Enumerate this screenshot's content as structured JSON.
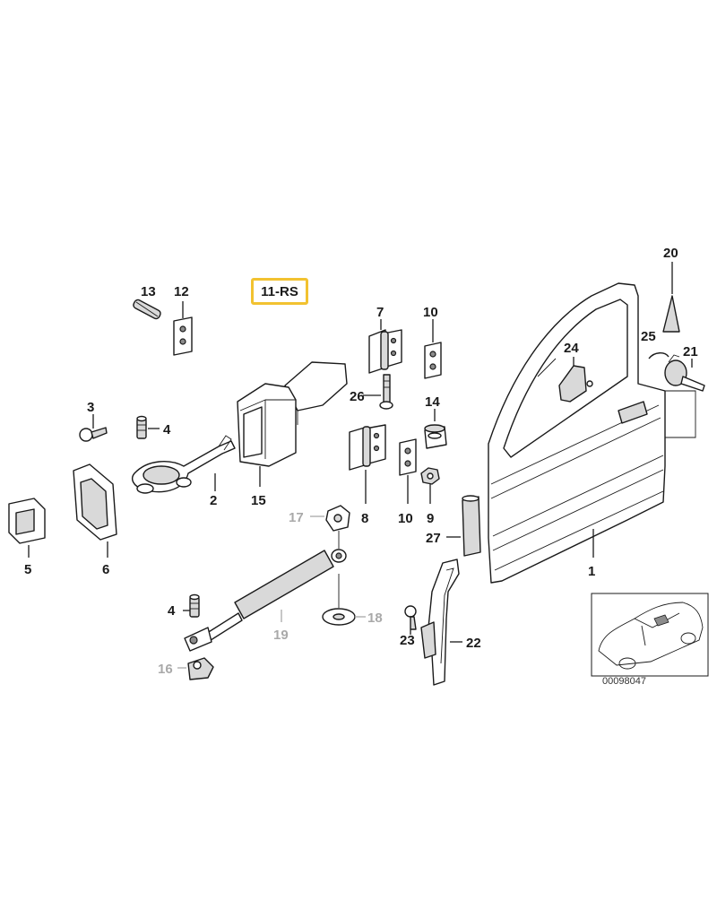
{
  "diagram_id": "11-RS",
  "reference_code": "00098047",
  "labels": {
    "p1": "1",
    "p2": "2",
    "p3": "3",
    "p4a": "4",
    "p4b": "4",
    "p5": "5",
    "p6": "6",
    "p7": "7",
    "p8": "8",
    "p9": "9",
    "p10a": "10",
    "p10b": "10",
    "p12": "12",
    "p13": "13",
    "p14": "14",
    "p15": "15",
    "p16": "16",
    "p17": "17",
    "p18": "18",
    "p19": "19",
    "p20": "20",
    "p21": "21",
    "p22": "22",
    "p23": "23",
    "p24": "24",
    "p25": "25",
    "p26": "26",
    "p27": "27"
  },
  "colors": {
    "highlight": "#f2c230",
    "line": "#1a1a1a",
    "muted_label": "#a9a9a9"
  }
}
